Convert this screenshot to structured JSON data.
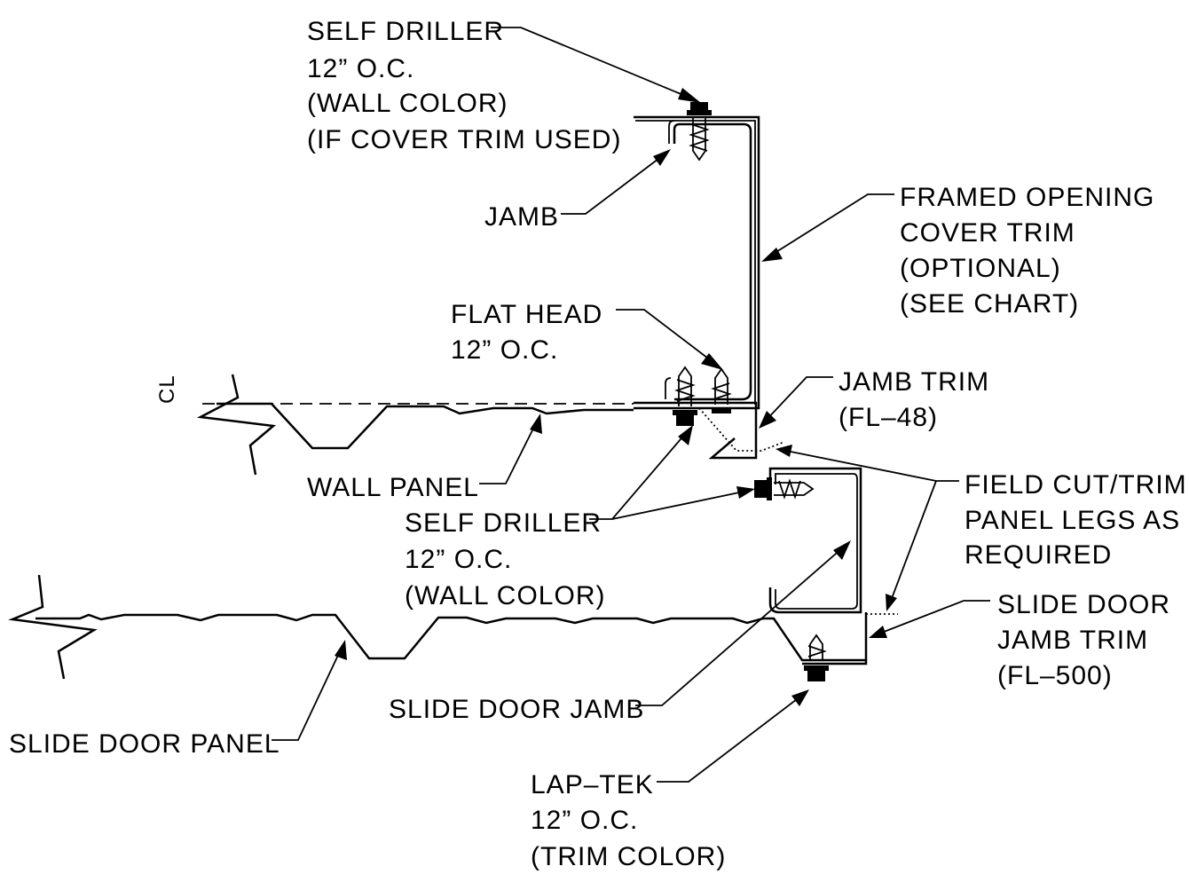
{
  "labels": {
    "self_driller_top": [
      "SELF DRILLER",
      "12” O.C.",
      "(WALL COLOR)",
      "(IF COVER TRIM USED)"
    ],
    "jamb": [
      "JAMB"
    ],
    "framed_opening": [
      "FRAMED OPENING",
      "COVER TRIM",
      "(OPTIONAL)",
      "(SEE CHART)"
    ],
    "flat_head": [
      "FLAT HEAD",
      "12” O.C."
    ],
    "jamb_trim": [
      "JAMB TRIM",
      "(FL–48)"
    ],
    "wall_panel": [
      "WALL PANEL"
    ],
    "self_driller_mid": [
      "SELF DRILLER",
      "12” O.C.",
      "(WALL COLOR)"
    ],
    "field_cut": [
      "FIELD CUT/TRIM",
      "PANEL LEGS AS",
      "REQUIRED"
    ],
    "slide_door_jamb_trim": [
      "SLIDE DOOR",
      "JAMB TRIM",
      "(FL–500)"
    ],
    "slide_door_jamb": [
      "SLIDE DOOR JAMB"
    ],
    "slide_door_panel": [
      "SLIDE DOOR PANEL"
    ],
    "lap_tek": [
      "LAP–TEK",
      "12” O.C.",
      "(TRIM COLOR)"
    ],
    "centerline_symbol": "CL"
  },
  "colors": {
    "ink": "#000000",
    "paper": "#ffffff"
  }
}
